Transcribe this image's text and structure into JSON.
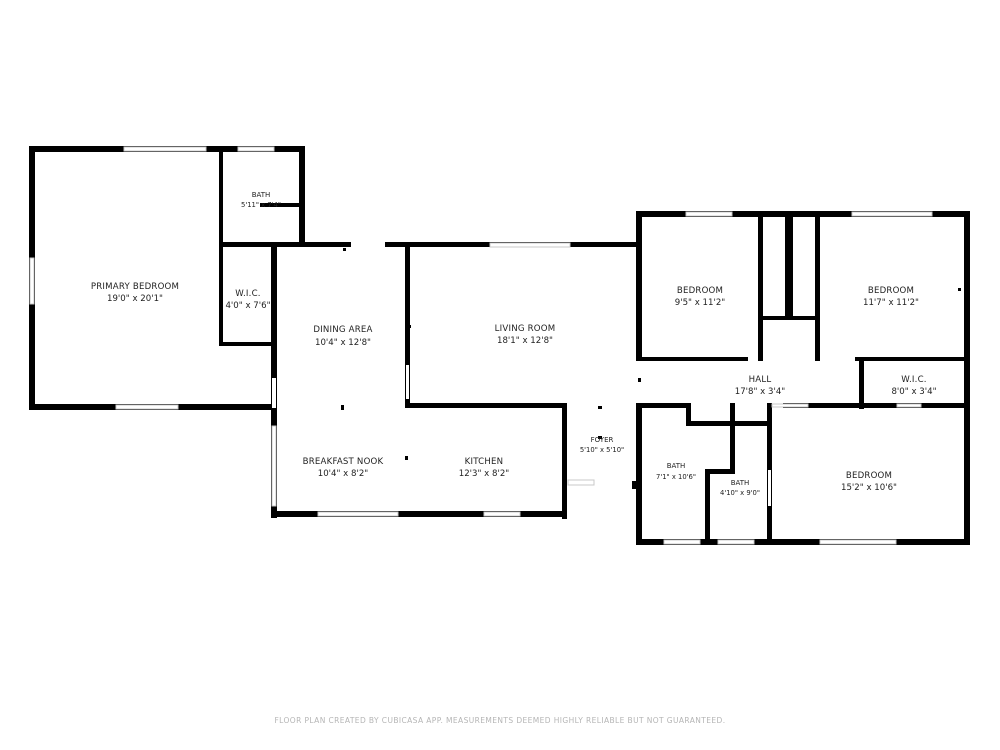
{
  "rooms": [
    {
      "id": "primary-bedroom",
      "name": "PRIMARY BEDROOM",
      "dims": "19'0\" x 20'1\""
    },
    {
      "id": "bath-primary",
      "name": "BATH",
      "dims": "5'11\" x 7'4\""
    },
    {
      "id": "wic-primary",
      "name": "W.I.C.",
      "dims": "4'0\" x 7'6\""
    },
    {
      "id": "dining-area",
      "name": "DINING AREA",
      "dims": "10'4\" x 12'8\""
    },
    {
      "id": "living-room",
      "name": "LIVING ROOM",
      "dims": "18'1\" x 12'8\""
    },
    {
      "id": "breakfast-nook",
      "name": "BREAKFAST NOOK",
      "dims": "10'4\" x 8'2\""
    },
    {
      "id": "kitchen",
      "name": "KITCHEN",
      "dims": "12'3\" x 8'2\""
    },
    {
      "id": "foyer",
      "name": "FOYER",
      "dims": "5'10\" x 5'10\""
    },
    {
      "id": "bedroom-2",
      "name": "BEDROOM",
      "dims": "9'5\" x 11'2\""
    },
    {
      "id": "bedroom-3",
      "name": "BEDROOM",
      "dims": "11'7\" x 11'2\""
    },
    {
      "id": "hall",
      "name": "HALL",
      "dims": "17'8\" x 3'4\""
    },
    {
      "id": "wic-2",
      "name": "W.I.C.",
      "dims": "8'0\" x 3'4\""
    },
    {
      "id": "bath-2",
      "name": "BATH",
      "dims": "7'1\" x 10'6\""
    },
    {
      "id": "bath-3",
      "name": "BATH",
      "dims": "4'10\" x 9'0\""
    },
    {
      "id": "bedroom-4",
      "name": "BEDROOM",
      "dims": "15'2\" x 10'6\""
    }
  ],
  "footer": "FLOOR PLAN CREATED BY CUBICASA APP. MEASUREMENTS DEEMED HIGHLY RELIABLE BUT NOT GUARANTEED.",
  "colors": {
    "wall": "#000000",
    "window": "#c8c8c8",
    "text": "#222222",
    "footer": "#b5b5b5"
  }
}
